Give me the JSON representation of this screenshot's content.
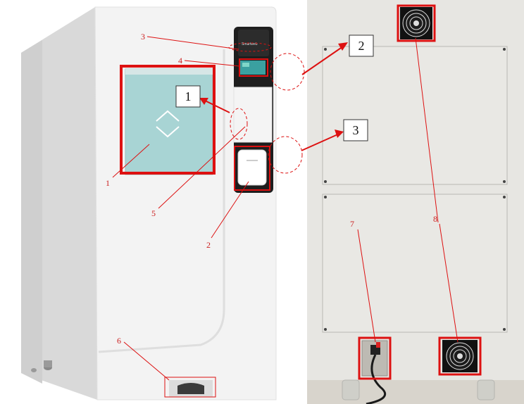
{
  "figure": {
    "callout_boxes": [
      "1",
      "2",
      "3"
    ],
    "left_labels": [
      "1",
      "2",
      "3",
      "4",
      "5",
      "6"
    ],
    "right_labels": [
      "7",
      "8"
    ],
    "panel_brand": "Smartweb"
  },
  "colors": {
    "annotation_red": "#dd1111",
    "label_red": "#cc2222",
    "window_teal": "#a8d4d4",
    "body_white": "#f2f2f2",
    "back_panel": "#e4e3df",
    "control_panel_dark": "#1e1e1e"
  }
}
